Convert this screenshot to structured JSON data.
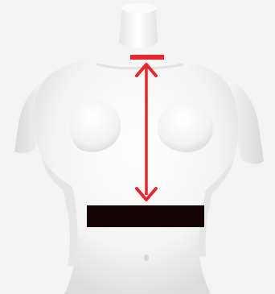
{
  "colors": {
    "background": "#f3f3f3",
    "mannequin_light": "#ffffff",
    "mannequin_mid": "#ededed",
    "mannequin_shadow": "#d2d2d2",
    "arrow": "#e8262b",
    "band": "#140405"
  },
  "figure": {
    "subject": "white-female-torso-mannequin",
    "indicator": "measurement-arrow",
    "indicator_marker": "waist-band"
  }
}
